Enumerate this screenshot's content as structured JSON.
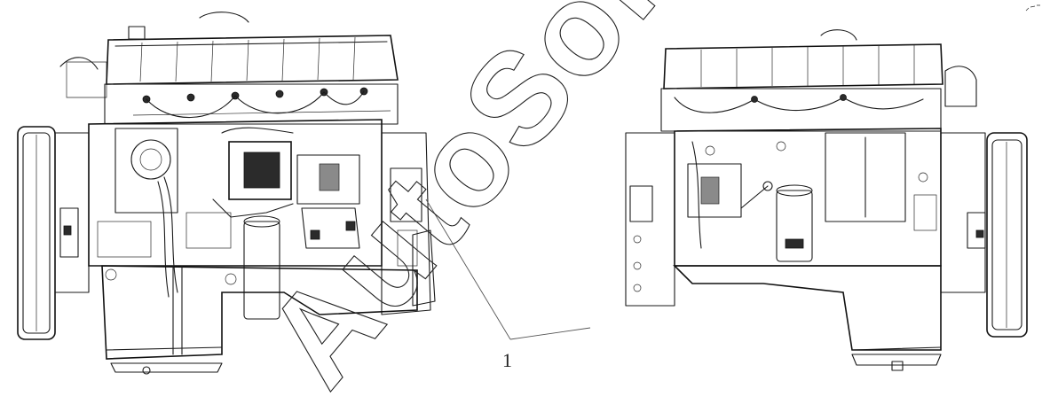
{
  "figure": {
    "callouts": [
      {
        "number": "1"
      }
    ]
  },
  "watermark": {
    "text": "AutoSoft",
    "style": "outlined"
  },
  "views": [
    {
      "name": "engine-left-side-view"
    },
    {
      "name": "engine-right-side-view"
    }
  ],
  "colors": {
    "line": "#1a1a1a",
    "background": "#ffffff"
  }
}
